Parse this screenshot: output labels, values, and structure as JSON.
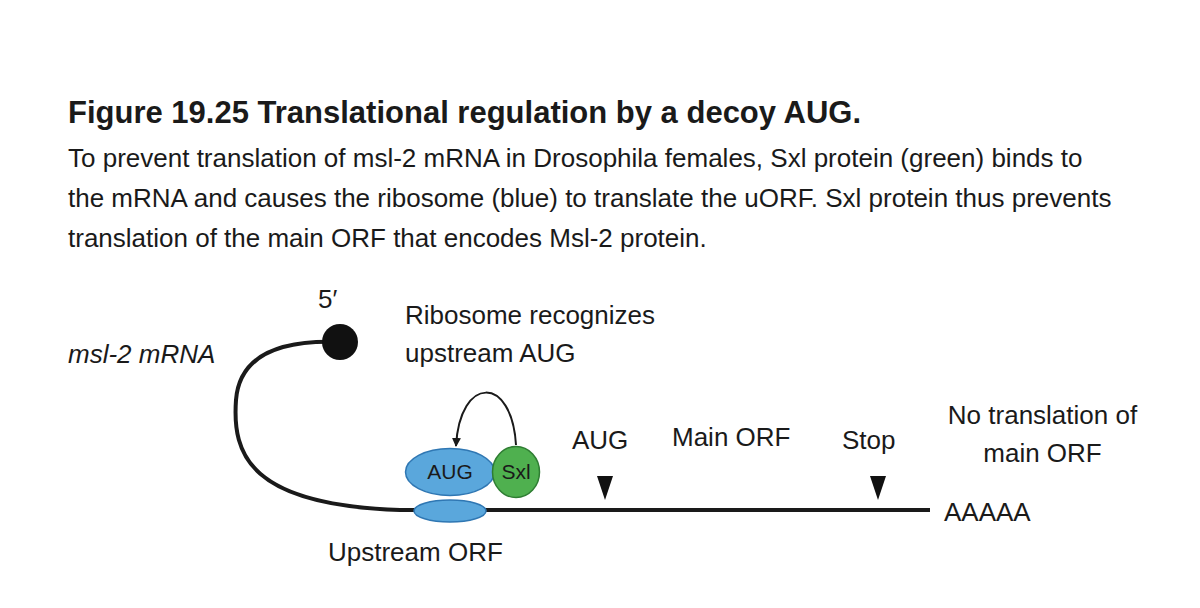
{
  "diagram": {
    "title": "Figure 19.25 Translational regulation by a decoy AUG.",
    "caption": "To prevent translation of msl-2 mRNA in Drosophila females, Sxl protein (green) binds to the mRNA and causes the ribosome (blue) to translate the uORF. Sxl protein thus prevents translation of the main ORF that encodes Msl-2 protein.",
    "nodes": [
      {
        "text": [
          "AUG"
        ]
      },
      {
        "text": [
          "Sxl"
        ]
      }
    ],
    "edges": [
      {
        "from": 1,
        "to": 0,
        "arrow": "to"
      }
    ],
    "labels": [
      "5′",
      "msl-2 mRNA",
      "Ribosome recognizes upstream AUG",
      "AUG",
      "Main ORF",
      "Stop",
      "No translation of main ORF",
      "AAAAA",
      "Upstream ORF"
    ]
  }
}
